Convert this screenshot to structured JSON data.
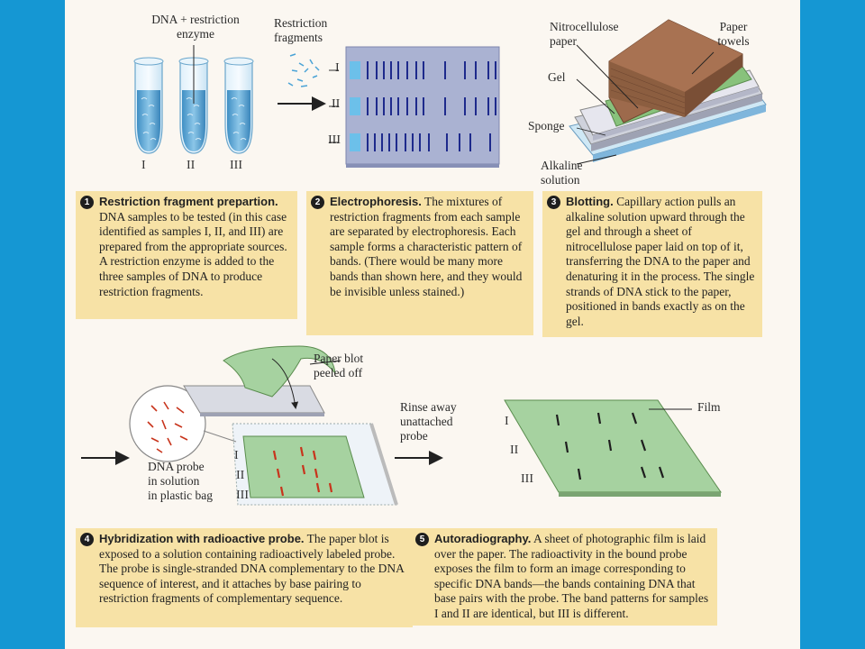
{
  "colors": {
    "frame": "#1597d3",
    "panel": "#fbf7f1",
    "caption_bg": "#f7e2a6",
    "tube_liquid": "#5aa8d4",
    "gel": "#aab2d2",
    "gel_band": "#1e2a8c",
    "paper_towels": "#a06a48",
    "blot": "#a6d2a0",
    "probe": "#c8341c"
  },
  "labels": {
    "dna_enzyme": "DNA + restriction\nenzyme",
    "restriction_fragments": "Restriction\nfragments",
    "nitrocellulose": "Nitrocellulose\npaper",
    "paper_towels": "Paper\ntowels",
    "gel": "Gel",
    "sponge": "Sponge",
    "alkaline": "Alkaline\nsolution",
    "paper_blot": "Paper blot\npeeled off",
    "rinse": "Rinse away\nunattached\nprobe",
    "film": "Film",
    "dna_probe": "DNA probe\nin solution\nin plastic bag"
  },
  "samples": [
    "I",
    "II",
    "III"
  ],
  "steps": [
    {
      "number": "1",
      "heading": "Restriction fragment prepartion.",
      "text": " DNA samples to be tested (in this case identified as samples I, II, and III) are prepared from the appropriate sources. A restriction enzyme is added to the three samples of DNA to produce restriction fragments."
    },
    {
      "number": "2",
      "heading": "Electrophoresis.",
      "text": " The mixtures of restriction fragments from each sample are separated by electro­phoresis. Each sample forms a characteristic pattern of bands. (There would be many more bands than shown here, and they would be invisible unless stained.)"
    },
    {
      "number": "3",
      "heading": "Blotting.",
      "text": " Capillary action pulls an alkaline solution upward through the gel and through a sheet of nitrocellulose paper laid on top of it, transferring the DNA to the pa­per and denaturing it in the pro­cess. The single strands of DNA stick to the paper, positioned in bands exactly as on the gel."
    },
    {
      "number": "4",
      "heading": "Hybridization with radioactive probe.",
      "text": " The paper blot is exposed to a solution containing radioactive­ly labeled probe. The probe is single-stranded DNA complementary to the DNA sequence of interest, and it attaches by base pairing to restriction fragments of complementary sequence."
    },
    {
      "number": "5",
      "heading": "Autoradiography.",
      "text": " A sheet of photographic film is laid over the paper. The radioactivity in the bound probe exposes the film to form an image corresponding to specific DNA bands—the bands containing DNA that base pairs with the probe. The band patterns for samples I and II are identical, but III is different."
    }
  ]
}
